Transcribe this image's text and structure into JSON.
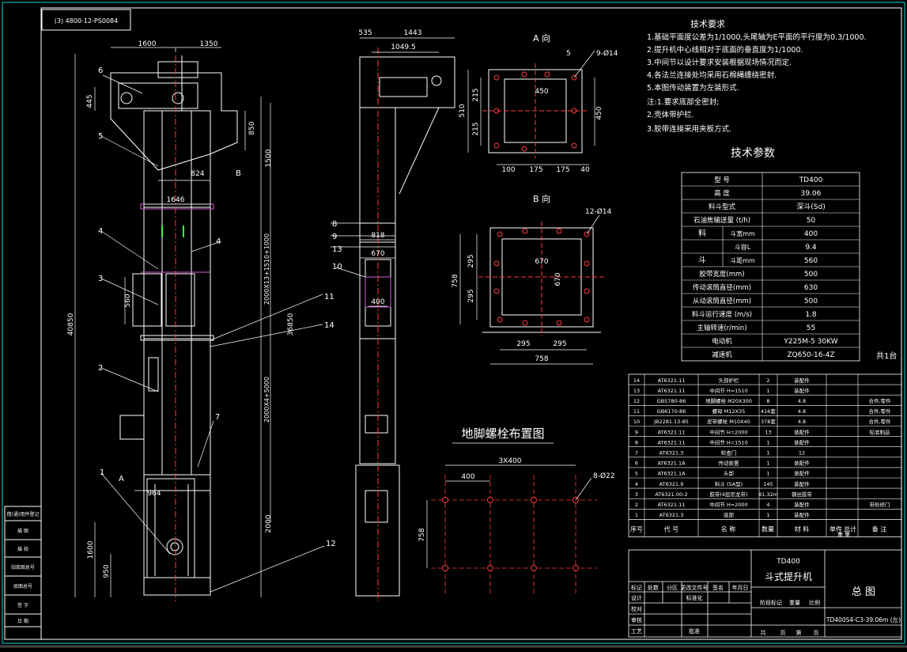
{
  "drawing_no": "(3) 4800-12-PS0084",
  "main_dims": {
    "d1600": "1600",
    "d1350": "1350",
    "d445": "445",
    "d850": "850",
    "d1500": "1500",
    "d824": "824",
    "d1646": "1646",
    "d560": "560",
    "d40850": "40850",
    "d36850": "36850",
    "d964": "964",
    "d1600b": "1600",
    "d950": "950",
    "d2000": "2000",
    "chain1": "2000X13+1510+1000",
    "chain2": "2000X4+5000"
  },
  "main_labels": [
    "1",
    "2",
    "3",
    "4",
    "5",
    "6",
    "7",
    "12",
    "4",
    "B",
    "A"
  ],
  "side_dims": {
    "d535": "535",
    "d1443": "1443",
    "d1049": "1049.5",
    "d818": "818",
    "d670": "670",
    "d400": "400"
  },
  "side_labels": [
    "8",
    "9",
    "13",
    "10",
    "11",
    "14"
  ],
  "view_a": {
    "title": "A 向",
    "holes": "9-Ø14",
    "d5": "5",
    "d450": "450",
    "d510": "510",
    "d215a": "215",
    "d215b": "215",
    "d450v": "450",
    "d100": "100",
    "d175a": "175",
    "d175b": "175",
    "d40": "40"
  },
  "view_b": {
    "title": "B 向",
    "holes": "12-Ø14",
    "d670": "670",
    "d295a": "295",
    "d295b": "295",
    "d758v": "758",
    "d670v": "670",
    "d295c": "295",
    "d295d": "295",
    "d758": "758"
  },
  "bolt_layout": {
    "title": "地脚螺栓布置图",
    "d3x400": "3X400",
    "d400": "400",
    "holes": "8-Ø22",
    "d758": "758"
  },
  "tech_req": {
    "title": "技术要求",
    "lines": [
      "1.基础平面度公差为1/1000,头尾轴为E平面的平行度为0.3/1000.",
      "2.提升机中心线相对于底面的垂直度为1/1000.",
      "3.中间节以设计要求安装根据现场情况而定.",
      "4.各法兰连接处均采用石棉绳缠绕密封.",
      "5.本图传动装置为左装形式.",
      "注:1.要求底部全密封;",
      "   2.壳体带护栏.",
      "   3.胶带连接采用夹板方式."
    ]
  },
  "params": {
    "title": "技术参数",
    "rows": [
      [
        "型 号",
        "",
        "TD400"
      ],
      [
        "高 度",
        "",
        "39.06"
      ],
      [
        "料斗型式",
        "",
        "深斗(Sd)"
      ],
      [
        "石油焦输送量 (t/h)",
        "",
        "50"
      ],
      [
        "料",
        "斗宽mm",
        "400"
      ],
      [
        "",
        "斗容L",
        "9.4"
      ],
      [
        "斗",
        "斗距mm",
        "560"
      ],
      [
        "胶带宽度(mm)",
        "",
        "500"
      ],
      [
        "传动滚筒直径(mm)",
        "",
        "630"
      ],
      [
        "从动滚筒直径(mm)",
        "",
        "500"
      ],
      [
        "料斗运行速度 (m/s)",
        "",
        "1.8"
      ],
      [
        "主轴转速(r/min)",
        "",
        "55"
      ],
      [
        "电动机",
        "",
        "Y225M-5 30KW"
      ],
      [
        "减速机",
        "",
        "ZQ650-16-4Z"
      ]
    ],
    "total": "共1台"
  },
  "bom": {
    "rows": [
      [
        "14",
        "AT6321.11",
        "头部护栏",
        "2",
        "装配件",
        ""
      ],
      [
        "13",
        "AT6321.11",
        "中间节 H=1510",
        "1",
        "装配件",
        ""
      ],
      [
        "12",
        "GB5780-86",
        "地脚螺栓 M20X300",
        "8",
        "4.8",
        "合件,零件"
      ],
      [
        "11",
        "GB6170-86",
        "螺母 M12X35",
        "416套",
        "4.8",
        "合件,零件"
      ],
      [
        "10",
        "JB2281.13-85",
        "皮带螺栓 M10X40",
        "378套",
        "4.8",
        "合件,零件"
      ],
      [
        "9",
        "AT6321.11",
        "中间节 H=2000",
        "13",
        "装配件",
        "标准制品"
      ],
      [
        "8",
        "AT6321.11",
        "中间节 H=1510",
        "1",
        "装配件",
        ""
      ],
      [
        "7",
        "AT6321.3",
        "检查门",
        "1",
        "12",
        ""
      ],
      [
        "6",
        "AT6321.1A",
        "传动装置",
        "1",
        "装配件",
        ""
      ],
      [
        "5",
        "AT6321.1A",
        "头部",
        "1",
        "装配件",
        ""
      ],
      [
        "4",
        "AT6321.9",
        "料斗 (SA型)",
        "145",
        "装配件",
        ""
      ],
      [
        "3",
        "AT6321.00-2",
        "胶带(4层尼龙带)",
        "81.32m",
        "钢丝胶带",
        ""
      ],
      [
        "2",
        "AT6321.11",
        "中间节 H=2000",
        "4",
        "装配件",
        "带检修门"
      ],
      [
        "1",
        "AT6321.3",
        "底部",
        "1",
        "装配件",
        ""
      ]
    ],
    "header": [
      "序号",
      "代 号",
      "名 称",
      "数量",
      "材 料",
      "单件",
      "总计",
      "备 注"
    ],
    "weight_label": "重 量"
  },
  "title_block": {
    "model": "TD400",
    "name": "斗式提升机",
    "sheet_title": "总 图",
    "drawing_code": "TD400S4-C3-39.06m (左)",
    "rows": [
      "标记",
      "处数",
      "分区",
      "更改文件号",
      "签名",
      "年月日"
    ],
    "roles": [
      "设计",
      "标准化",
      "校对",
      "审核",
      "工艺",
      "批准"
    ],
    "stage": [
      "阶段标记",
      "重量",
      "比例"
    ],
    "sheet": [
      "共",
      "页",
      "第",
      "页"
    ]
  },
  "side_stamp": [
    "借(通)用件登记",
    "描 图",
    "描 校",
    "旧底图总号",
    "底图总号",
    "签 字",
    "日 期"
  ],
  "colors": {
    "background": "#000000",
    "frame": "#ffffff",
    "line": "#ffffff",
    "dim": "#ff3b3b",
    "cyan": "#00d7d7",
    "green": "#3cff3c",
    "magenta": "#d25fd2",
    "yellow": "#ffff3c"
  }
}
